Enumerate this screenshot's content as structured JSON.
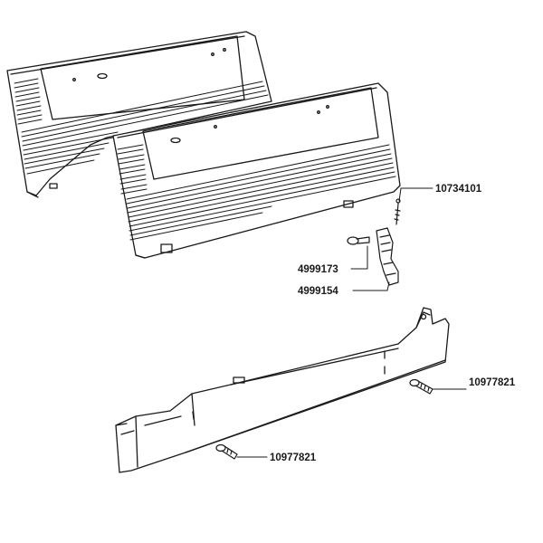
{
  "callouts": {
    "screw_pin": "10734101",
    "clip_bolt": "4999173",
    "bracket_clip": "4999154",
    "screw_right": "10977821",
    "screw_bottom": "10977821"
  },
  "colors": {
    "ink": "#1a1a1a",
    "background": "#ffffff"
  }
}
